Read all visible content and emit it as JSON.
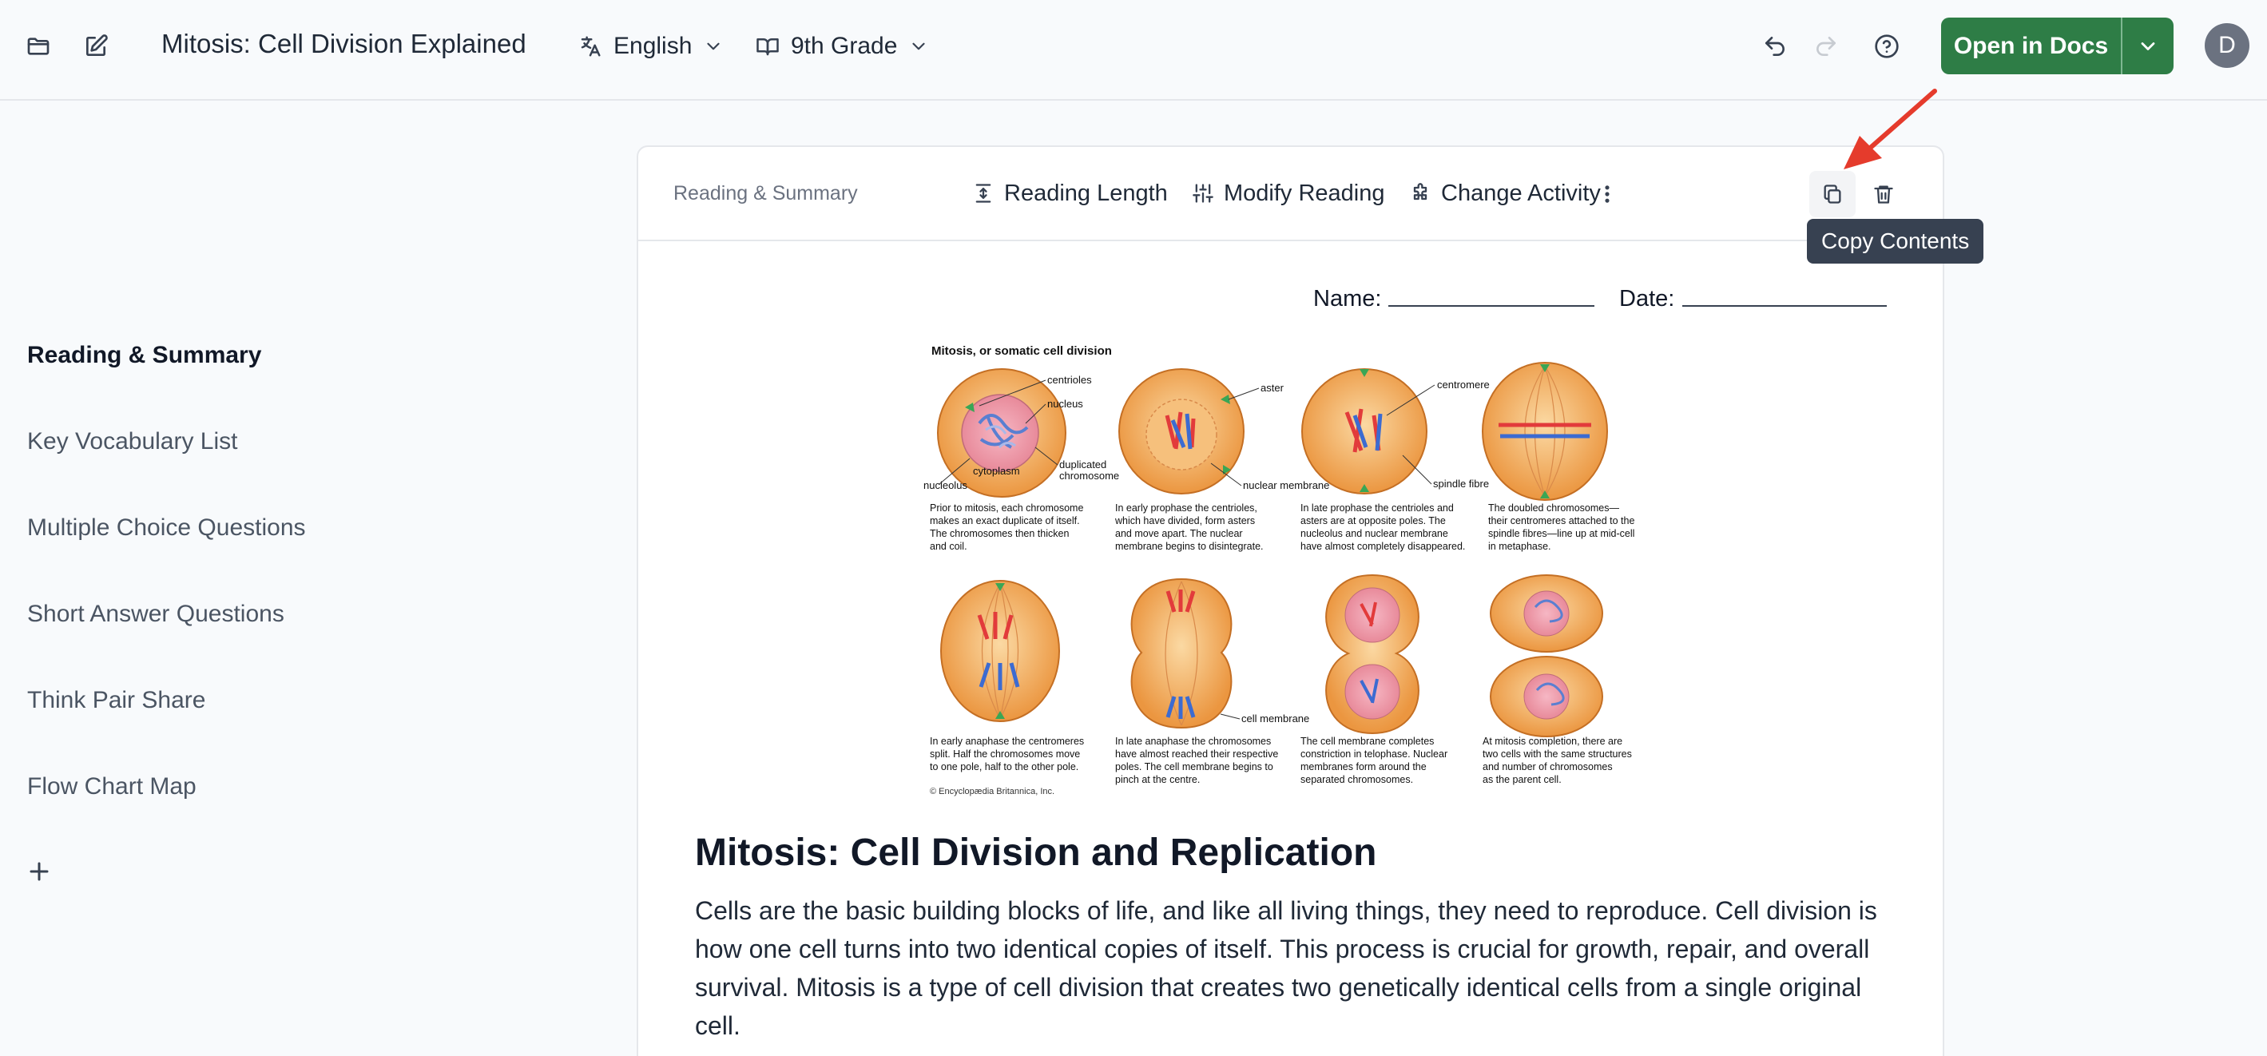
{
  "topbar": {
    "title": "Mitosis: Cell Division Explained",
    "language": "English",
    "grade": "9th Grade",
    "open_docs_label": "Open in Docs",
    "avatar_initial": "D"
  },
  "sidebar": {
    "items": [
      {
        "label": "Reading & Summary",
        "active": true
      },
      {
        "label": "Key Vocabulary List"
      },
      {
        "label": "Multiple Choice Questions"
      },
      {
        "label": "Short Answer Questions"
      },
      {
        "label": "Think Pair Share"
      },
      {
        "label": "Flow Chart Map"
      }
    ]
  },
  "card": {
    "section_name": "Reading & Summary",
    "tools": {
      "reading_length": "Reading Length",
      "modify_reading": "Modify Reading",
      "change_activity": "Change Activity"
    },
    "tooltip": "Copy Contents",
    "name_label": "Name:",
    "date_label": "Date:"
  },
  "figure": {
    "title": "Mitosis, or somatic cell division",
    "labels": {
      "centrioles": "centrioles",
      "nucleus": "nucleus",
      "cytoplasm": "cytoplasm",
      "nucleolus": "nucleolus",
      "duplicated": "duplicated",
      "chromosome": "chromosome",
      "aster": "aster",
      "nuclear_membrane": "nuclear membrane",
      "centromere": "centromere",
      "spindle_fibre": "spindle fibre",
      "cell_membrane": "cell membrane"
    },
    "captions": [
      [
        "Prior to mitosis, each chromosome",
        "makes an exact duplicate of itself.",
        "The chromosomes then thicken",
        "and coil."
      ],
      [
        "In early prophase the centrioles,",
        "which have divided, form asters",
        "and move apart. The nuclear",
        "membrane begins to disintegrate."
      ],
      [
        "In late prophase the centrioles and",
        "asters are at opposite poles. The",
        "nucleolus and nuclear membrane",
        "have almost completely disappeared."
      ],
      [
        "The doubled chromosomes—",
        "their centromeres attached to the",
        "spindle fibres—line up at mid-cell",
        "in metaphase."
      ],
      [
        "In early anaphase the centromeres",
        "split. Half the chromosomes move",
        "to one pole, half to the other pole."
      ],
      [
        "In late anaphase the chromosomes",
        "have almost reached their respective",
        "poles. The cell membrane begins to",
        "pinch at the centre."
      ],
      [
        "The cell membrane completes",
        "constriction in telophase. Nuclear",
        "membranes form around the",
        "separated chromosomes."
      ],
      [
        "At mitosis completion, there are",
        "two cells with the same structures",
        "and number of chromosomes",
        "as the parent cell."
      ]
    ],
    "credit": "© Encyclopædia Britannica, Inc."
  },
  "reading": {
    "title": "Mitosis: Cell Division and Replication",
    "body": "Cells are the basic building blocks of life, and like all living things, they need to reproduce. Cell division is how one cell turns into two identical copies of itself. This process is crucial for growth, repair, and overall survival. Mitosis is a type of cell division that creates two genetically identical cells from a single original cell."
  },
  "colors": {
    "primary_green": "#2e7d46",
    "annotation_arrow": "#e53b2c",
    "cell_orange": "#f3a75a"
  }
}
